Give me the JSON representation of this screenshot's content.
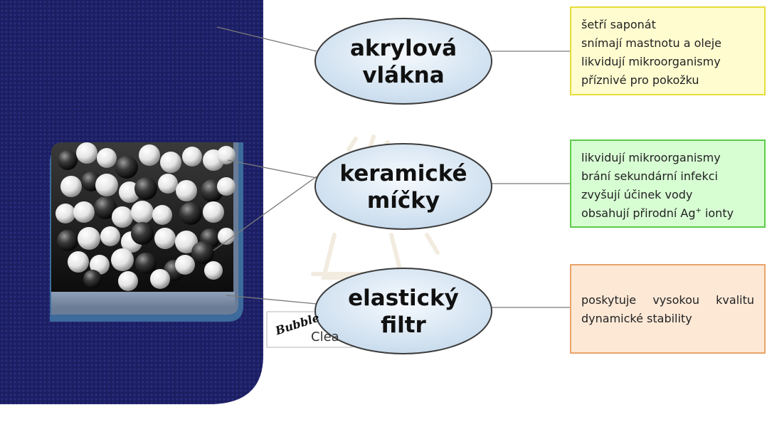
{
  "nodes": [
    {
      "label": "akrylová\nvlákna"
    },
    {
      "label": "keramické\nmíčky"
    },
    {
      "label": "elastický\nfiltr"
    }
  ],
  "boxes": {
    "akrylova": {
      "lines": [
        "šetří saponát",
        "snímají mastnotu a oleje",
        "likvidují mikroorganismy",
        "příznivé pro pokožku"
      ],
      "color": "#fffcd0",
      "border": "#e6de3a"
    },
    "keramicke": {
      "lines": [
        "likvidují mikroorganismy",
        "brání sekundární infekci",
        "zvyšují účinek vody",
        "obsahují přirodní Ag",
        "+",
        " ionty"
      ],
      "color": "#d7fdd3",
      "border": "#5acd47"
    },
    "elasticky": {
      "words": [
        "poskytuje",
        "vysokou",
        "kvalitu"
      ],
      "line2": "dynamické stability",
      "color": "#fde8d6",
      "border": "#e9a36a"
    }
  },
  "logo": {
    "brand": "Bubble",
    "sub": "Clea"
  },
  "colors": {
    "cloth": "#1c1f63",
    "ellipse_fill": "#dbe8f5",
    "ellipse_stroke": "#3d3d3d",
    "connector": "#7a7a7a"
  }
}
